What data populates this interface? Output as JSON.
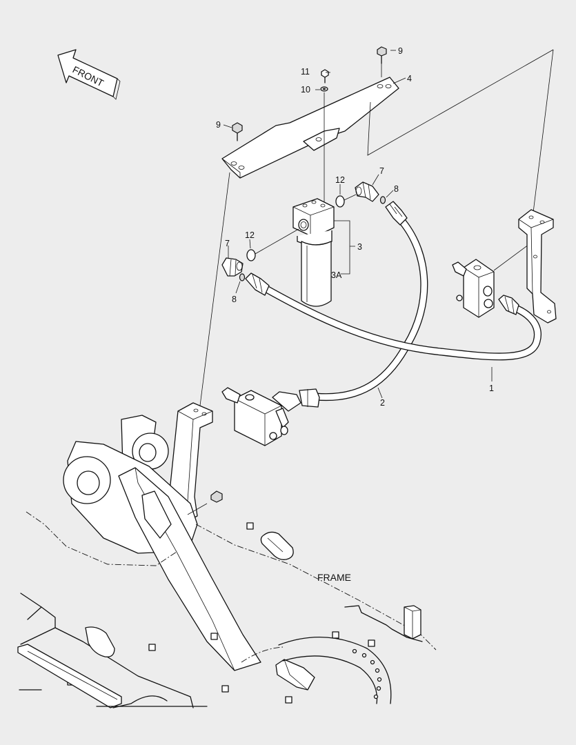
{
  "direction_label": "FRONT",
  "frame_label": "FRAME",
  "callouts": {
    "hose_1": "1",
    "hose_2": "2",
    "filter": "3",
    "filter_element": "3A",
    "bracket": "4",
    "elbow_right": "7",
    "elbow_left": "7",
    "seal_right": "8",
    "seal_left": "8",
    "bolt_right": "9",
    "bolt_left": "9",
    "washer": "10",
    "bolt_top": "11",
    "oring_right": "12",
    "oring_left": "12"
  }
}
